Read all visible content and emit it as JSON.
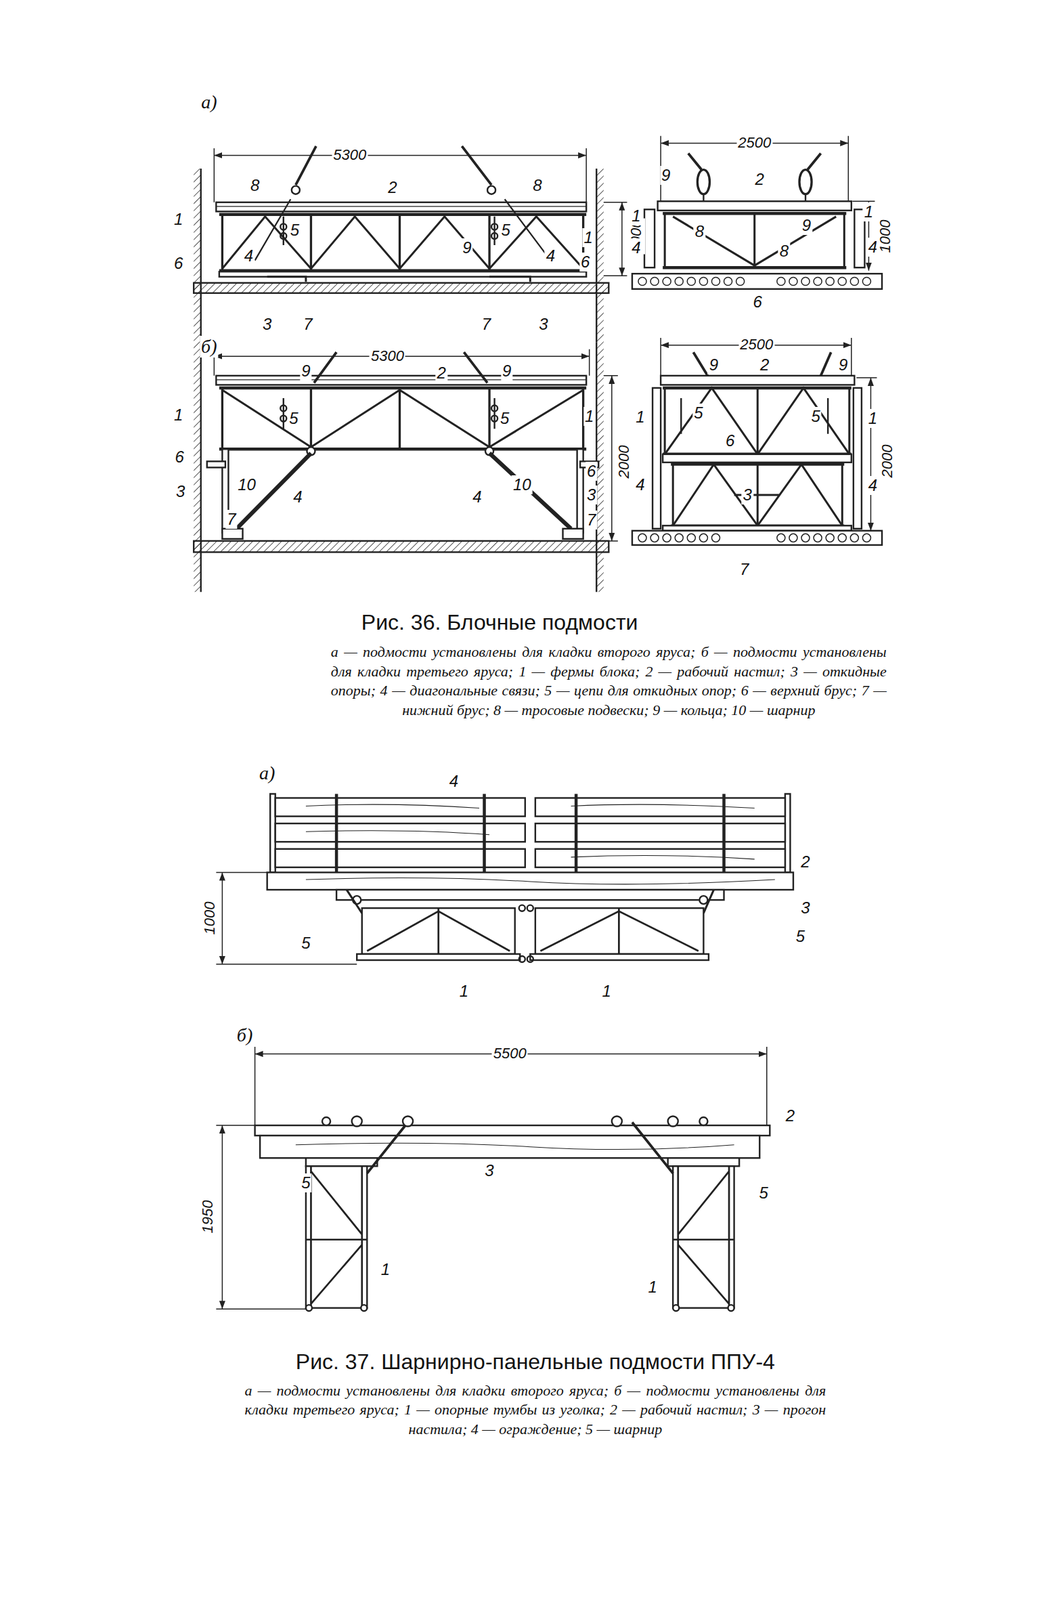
{
  "diagram": {
    "labels": [
      "а)",
      "5300",
      "8",
      "2",
      "8",
      "1000",
      "1",
      "6",
      "5",
      "4",
      "9",
      "5",
      "4",
      "1",
      "6",
      "3",
      "7",
      "7",
      "3",
      "2500",
      "9",
      "2",
      "1",
      "8",
      "9",
      "1",
      "4",
      "8",
      "4",
      "1000",
      "6",
      "б)",
      "5300",
      "9",
      "2",
      "9",
      "1",
      "5",
      "5",
      "1",
      "6",
      "10",
      "10",
      "6",
      "3",
      "3",
      "4",
      "4",
      "7",
      "7",
      "2000",
      "2500",
      "9",
      "2",
      "9",
      "1",
      "5",
      "5",
      "1",
      "6",
      "3",
      "4",
      "4",
      "2000",
      "7",
      "Рис. 36. Блочные подмости",
      "а — подмости установлены для кладки второго яруса; б — подмости установлены для кладки третьего яруса; 1 — фермы блока; 2 — рабочий настил; 3 — откидные опоры; 4 — диагональные связи; 5 — цепи для откидных опор; 6 — верхний брус; 7 — нижний брус; 8 — тросовые подвески; 9 — кольца; 10 — шарнир",
      "а)",
      "4",
      "2",
      "1000",
      "3",
      "5",
      "5",
      "1",
      "1",
      "б)",
      "5500",
      "2",
      "3",
      "5",
      "5",
      "1950",
      "1",
      "1",
      "Рис. 37. Шарнирно-панельные подмости ППУ-4",
      "а — подмости установлены для кладки второго яруса; б — подмости установлены для кладки третьего яруса; 1 — опорные тумбы из уголка; 2 — рабочий настил; 3 — прогон настила; 4 — ограждение; 5 — шарнир"
    ]
  }
}
